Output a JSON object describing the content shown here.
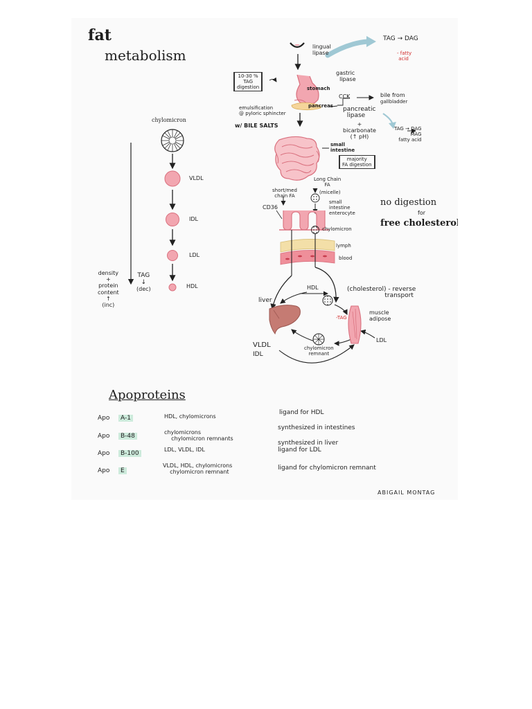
{
  "title": {
    "line1": "fat",
    "line2": "metabolism"
  },
  "lipoproteins": {
    "chylomicron": "chylomicron",
    "vldl": "VLDL",
    "idl": "IDL",
    "ldl": "LDL",
    "hdl": "HDL",
    "density_note": [
      "density",
      "+",
      "protein",
      "content",
      "↑",
      "(inc)"
    ],
    "tag_note": [
      "TAG",
      "↓",
      "(dec)"
    ]
  },
  "digestion": {
    "lingual_lipase": [
      "lingual",
      "lipase"
    ],
    "tag_dag": "TAG → DAG",
    "fatty_acid": [
      "- fatty",
      "acid"
    ],
    "gastric_lipase": [
      "gastric",
      "lipase"
    ],
    "tag_digestion_box": [
      "10-30 %",
      "TAG",
      "digestion"
    ],
    "stomach": "stomach",
    "cck": "CCK",
    "bile": [
      "bile from",
      "gallbladder"
    ],
    "emulsification": [
      "emulsification",
      "@ pyloric sphincter"
    ],
    "pancreas": "pancreas",
    "pancreatic_lipase": [
      "pancreatic",
      "lipase"
    ],
    "bile_salts": "w/ BILE SALTS",
    "bicarbonate": [
      "+",
      "bicarbonate",
      "(↑ pH)"
    ],
    "tag_dag_mag": [
      "TAG → DAG",
      "MAG",
      "fatty acid"
    ],
    "small_intestine": [
      "small",
      "intestine"
    ],
    "fa_digestion_box": [
      "majority",
      "FA digestion"
    ],
    "long_chain": [
      "Long Chain",
      "FA"
    ],
    "short_med": [
      "short/med",
      "chain FA"
    ],
    "micelle": "(micelle)",
    "cd36": "CD36",
    "enterocyte": [
      "small",
      "intestine",
      "enterocyte"
    ],
    "chylomicron": "chylomicron",
    "lymph": "lymph",
    "blood": "blood"
  },
  "note": {
    "line1": "no digestion",
    "line2": "for",
    "line3": "free cholesterol"
  },
  "cycle": {
    "hdl": "HDL",
    "reverse": [
      "(cholesterol) - reverse",
      "transport"
    ],
    "liver": "liver",
    "muscle": [
      "muscle",
      "adipose"
    ],
    "tag_minus": "-TAG",
    "ldl": "LDL",
    "vldl": "VLDL",
    "idl": "IDL",
    "remnant": [
      "chylomicron",
      "remnant"
    ]
  },
  "apoproteins": {
    "heading": "Apoproteins",
    "rows": [
      {
        "apo": "Apo",
        "name": "A-1",
        "carriers": [
          "HDL, chylomicrons"
        ],
        "function": [
          "ligand for HDL"
        ]
      },
      {
        "apo": "Apo",
        "name": "B-48",
        "carriers": [
          "chylomicrons",
          "chylomicron remnants"
        ],
        "function": [
          "synthesized in intestines"
        ]
      },
      {
        "apo": "Apo",
        "name": "B-100",
        "carriers": [
          "LDL, VLDL, IDL"
        ],
        "function": [
          "synthesized in liver",
          "ligand for LDL"
        ]
      },
      {
        "apo": "Apo",
        "name": "E",
        "carriers": [
          "VLDL, HDL, chylomicrons",
          "chylomicron remnant"
        ],
        "function": [
          "ligand for chylomicron remnant"
        ]
      }
    ]
  },
  "author": "ABIGAIL MONTAG",
  "colors": {
    "pink": "#f2a6b0",
    "pink_dark": "#d9707e",
    "accent_red": "#d12a2a",
    "highlight": "#cdebdc",
    "teal_arrow": "#9fc8d4",
    "lymph": "#f3dfa8"
  }
}
